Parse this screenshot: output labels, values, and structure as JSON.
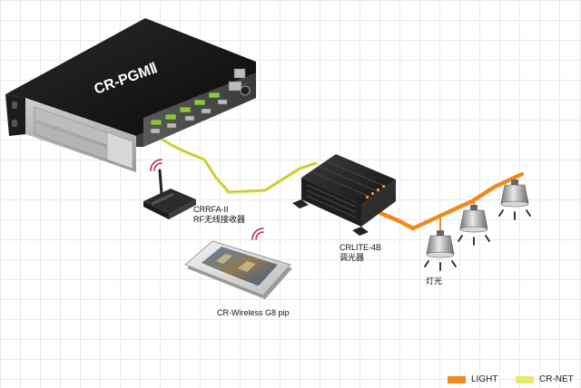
{
  "devices": {
    "main_controller": "CR-PGMⅡ",
    "rf_receiver_model": "CRRFA-II",
    "rf_receiver_desc": "RF无线接收器",
    "dimmer_model": "CRLITE-4B",
    "dimmer_desc": "调光器",
    "panel": "CR-Wireless G8 pip",
    "lights": "灯光"
  },
  "legend": {
    "items": [
      {
        "label": "LIGHT",
        "color": "#f08a1c"
      },
      {
        "label": "CR-NET",
        "color": "#e6ea6a"
      }
    ]
  },
  "colors": {
    "light_line": "#f08a1c",
    "crnet_line": "#e6ea6a",
    "wifi_signal": "#c0235a"
  }
}
